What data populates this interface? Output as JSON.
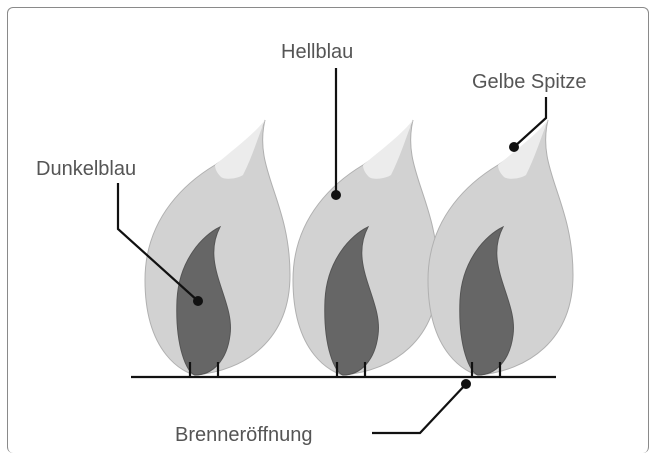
{
  "diagram": {
    "labels": {
      "dark_blue": "Dunkelblau",
      "light_blue": "Hellblau",
      "yellow_tip": "Gelbe Spitze",
      "burner_opening": "Brenneröffnung"
    },
    "colors": {
      "outer_flame": "#d2d2d2",
      "inner_flame": "#666666",
      "flame_tip": "#ececec",
      "lines": "#111111",
      "label_text": "#555555"
    }
  }
}
